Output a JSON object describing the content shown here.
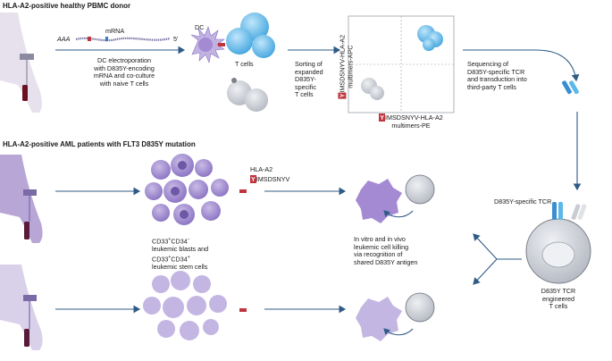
{
  "sections": {
    "top_title": "HLA-A2-positive healthy PBMC donor",
    "bottom_title": "HLA-A2-positive AML patients with FLT3 D835Y mutation"
  },
  "labels": {
    "mrna": "mRNA",
    "aaa": "AAA",
    "five_prime": "5′",
    "dc": "DC",
    "t_cells": "T cells",
    "dc_step": [
      "DC electroporation",
      "with D835Y-encoding",
      "mRNA and co-culture",
      "with naive T cells"
    ],
    "sorting": [
      "Sorting of",
      "expanded",
      "D835Y-",
      "specific",
      "T cells"
    ],
    "y_axis_prefix": "Y",
    "y_axis_rest": "IMSDSNYV-HLA-A2",
    "y_axis_line2": "multimers-APC",
    "x_axis_prefix": "Y",
    "x_axis_rest": "IMSDSNYV-HLA-A2",
    "x_axis_line2": "multimers-PE",
    "sequencing": [
      "Sequencing of",
      "D835Y-specific TCR",
      "and transduction into",
      "third-party T cells"
    ],
    "hla_a2": "HLA-A2",
    "epitope_prefix": "Y",
    "epitope_rest": "IMSDSNYV",
    "cd_line1_a": "CD33",
    "cd_line1_sup1": "+",
    "cd_line1_b": "CD34",
    "cd_line1_sup2": "−",
    "cd_line2": "leukemic blasts and",
    "cd_line3_a": "CD33",
    "cd_line3_sup1": "+",
    "cd_line3_b": "CD34",
    "cd_line3_sup2": "+",
    "cd_line4": "leukemic stem cells",
    "killing": [
      "In vitro and in vivo",
      "leukemic cell killing",
      "via recognition of",
      "shared D835Y antigen"
    ],
    "tcr_label": "D835Y-specific TCR",
    "engineered": [
      "D835Y TCR",
      "engineered",
      "T cells"
    ]
  },
  "colors": {
    "tcell_blue": "#5bb8e8",
    "tcell_gray": "#c9ccd3",
    "leukemic_purple": "#9b86c9",
    "leukemic_dark": "#6d58a6",
    "dc_purple": "#b9a6dc",
    "arrow_blue": "#2f5b86",
    "epitope_red": "#c0343d",
    "arm_skin": "#e6e1ec",
    "blood": "#6b1020"
  }
}
